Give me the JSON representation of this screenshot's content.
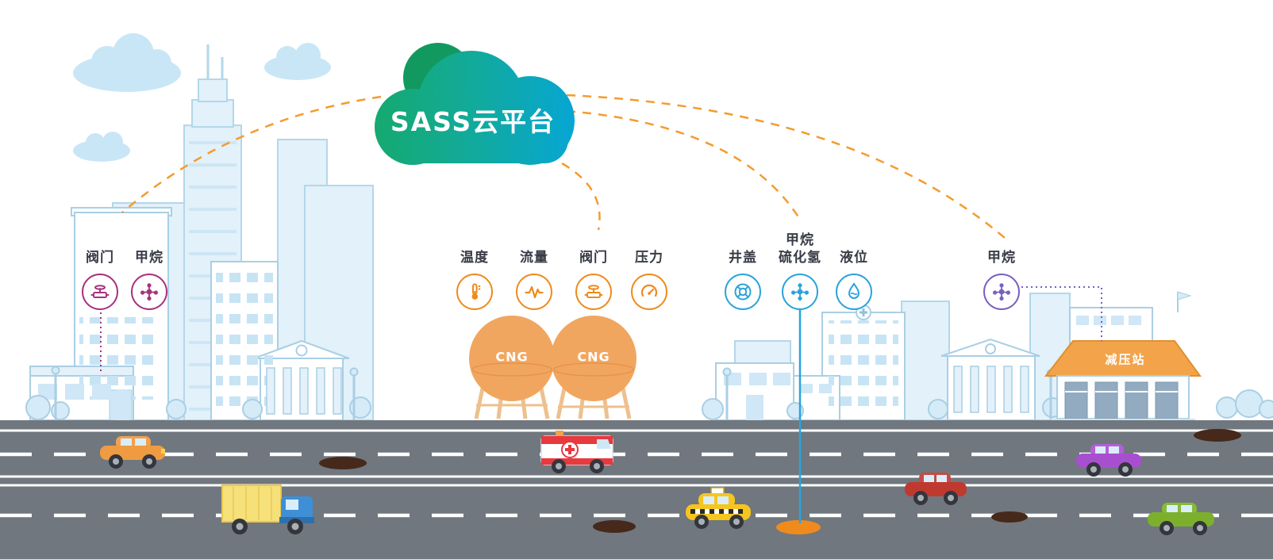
{
  "cloud": {
    "title": "SASS云平台",
    "gradient": [
      "#16a96b",
      "#06a6d6"
    ]
  },
  "groups": {
    "city": {
      "accent": "#a8327e",
      "sensors": [
        {
          "label": "阀门",
          "icon": "valve-icon"
        },
        {
          "label": "甲烷",
          "icon": "methane-icon"
        }
      ]
    },
    "cng": {
      "accent": "#ef8b1d",
      "sensors": [
        {
          "label": "温度",
          "icon": "temperature-icon"
        },
        {
          "label": "流量",
          "icon": "flow-icon"
        },
        {
          "label": "阀门",
          "icon": "valve-icon"
        },
        {
          "label": "压力",
          "icon": "pressure-icon"
        }
      ]
    },
    "pipeline": {
      "accent": "#2aa3dc",
      "sensors": [
        {
          "label": "井盖",
          "icon": "manhole-icon"
        },
        {
          "label_top": "甲烷",
          "label": "硫化氢",
          "icon": "methane-h2s-icon"
        },
        {
          "label": "液位",
          "icon": "liquid-level-icon"
        }
      ]
    },
    "station": {
      "accent": "#7a5fc0",
      "sensors": [
        {
          "label": "甲烷",
          "icon": "methane-icon"
        }
      ]
    }
  },
  "tanks": {
    "left": "CNG",
    "right": "CNG"
  },
  "pressure_station": {
    "label": "减压站"
  },
  "colors": {
    "connector_orange": "#f59b2c",
    "road_gray": "#70777e",
    "tank_orange": "#f1a660",
    "city_outline": "#a9cfe4",
    "sensor_magenta": "#a8327e",
    "sensor_orange": "#ef8b1d",
    "sensor_blue": "#2aa3dc",
    "sensor_purple": "#7a5fc0"
  }
}
